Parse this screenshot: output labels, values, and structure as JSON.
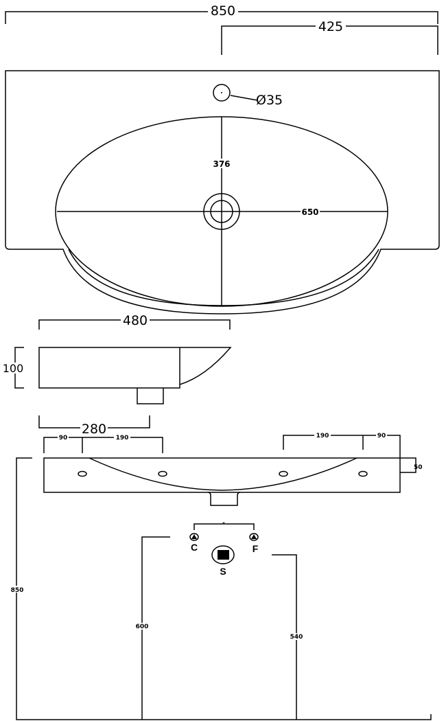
{
  "plan_view": {
    "overall_width": "850",
    "half_width": "425",
    "tap_hole": "Ø35",
    "bowl_depth": "376",
    "bowl_width": "650"
  },
  "side_view": {
    "depth": "480",
    "height": "100",
    "outlet_offset": "280"
  },
  "front_view": {
    "left_edge_to_bracket": "90",
    "left_bracket_span": "190",
    "right_bracket_span": "190",
    "right_edge_to_bracket": "90",
    "slab_thickness": "50",
    "mount_height": "850",
    "supply_height": "600",
    "waste_height": "540",
    "tap_spacing": "-"
  },
  "connections": {
    "cold": "C",
    "hot": "F",
    "waste": "S"
  }
}
